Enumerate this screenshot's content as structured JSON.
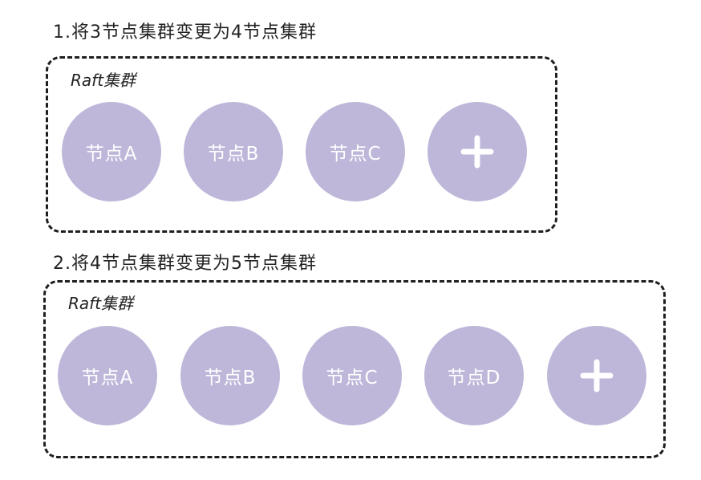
{
  "steps": [
    {
      "title": "1.将3节点集群变更为4节点集群",
      "cluster_label": "Raft集群",
      "nodes": [
        "节点A",
        "节点B",
        "节点C"
      ],
      "add_symbol": "+"
    },
    {
      "title": "2.将4节点集群变更为5节点集群",
      "cluster_label": "Raft集群",
      "nodes": [
        "节点A",
        "节点B",
        "节点C",
        "节点D"
      ],
      "add_symbol": "+"
    }
  ],
  "colors": {
    "node_fill": "#beb7da",
    "node_text": "#ffffff",
    "border": "#1e1e1e"
  }
}
